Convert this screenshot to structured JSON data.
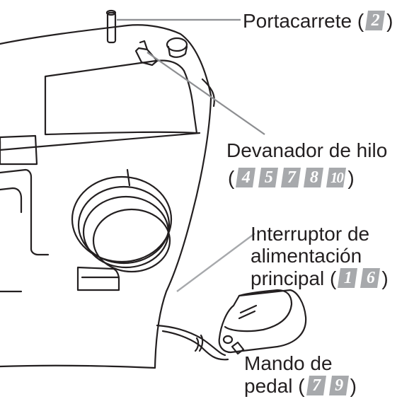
{
  "colors": {
    "line": "#231f20",
    "leader": "#a7a9ac",
    "badge": "#a7a9ac",
    "badge_text": "#ffffff"
  },
  "labels": {
    "spool_pin": {
      "text": "Portacarrete (",
      "close": ")",
      "badges": [
        "2"
      ]
    },
    "bobbin_winder": {
      "line1": "Devanador de hilo",
      "open": "(",
      "close": ")",
      "badges": [
        "4",
        "5",
        "7",
        "8",
        "10"
      ]
    },
    "power_switch": {
      "line1": "Interruptor de",
      "line2": "alimentación",
      "line3": "principal (",
      "close": ")",
      "badges": [
        "1",
        "6"
      ]
    },
    "foot_controller": {
      "line1": "Mando de",
      "line2": "pedal (",
      "close": ")",
      "badges": [
        "7",
        "9"
      ]
    }
  }
}
